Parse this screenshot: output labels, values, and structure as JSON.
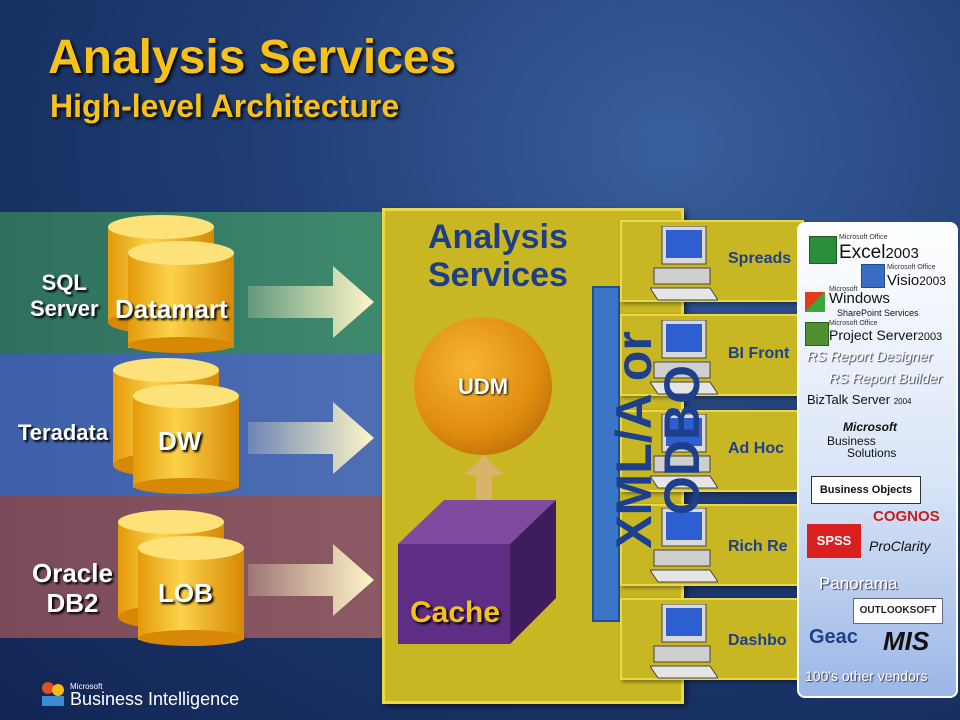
{
  "header": {
    "title": "Analysis Services",
    "subtitle": "High-level Architecture"
  },
  "sources": [
    {
      "source_label": "SQL\nServer",
      "store_label": "Datamart"
    },
    {
      "source_label": "Teradata",
      "store_label": "DW"
    },
    {
      "source_label": "Oracle\nDB2",
      "store_label": "LOB"
    }
  ],
  "server": {
    "title": "Analysis\nServices",
    "udm_label": "UDM",
    "cache_label": "Cache",
    "protocol_label": "XML/A or\nODBO"
  },
  "clients": [
    {
      "label": "Spreads"
    },
    {
      "label": "BI Front"
    },
    {
      "label": "Ad Hoc"
    },
    {
      "label": "Rich Re"
    },
    {
      "label": "Dashbo"
    }
  ],
  "vendors": {
    "excel": {
      "small": "Microsoft Office",
      "name": "Excel",
      "version": "2003"
    },
    "visio": {
      "small": "Microsoft Office",
      "name": "Visio",
      "version": "2003"
    },
    "windows": {
      "small": "Microsoft",
      "name": "Windows",
      "sub": "SharePoint Services"
    },
    "project": {
      "small": "Microsoft Office",
      "name": "Project Server",
      "version": "2003"
    },
    "rs_designer": "RS Report Designer",
    "rs_builder": "RS Report Builder",
    "biztalk": {
      "name": "BizTalk Server",
      "version": "2004"
    },
    "mbs": {
      "line1": "Microsoft",
      "line2": "Business",
      "line3": "Solutions"
    },
    "business_objects": "Business Objects",
    "cognos": "COGNOS",
    "spss": "SPSS",
    "proclarity": "ProClarity",
    "panorama": "Panorama",
    "outlooksoft": "OUTLOOKSOFT",
    "geac": "Geac",
    "mis": "MIS",
    "others": "100's other vendors"
  },
  "footer": {
    "brand_small": "Microsoft",
    "brand": "Business Intelligence"
  }
}
